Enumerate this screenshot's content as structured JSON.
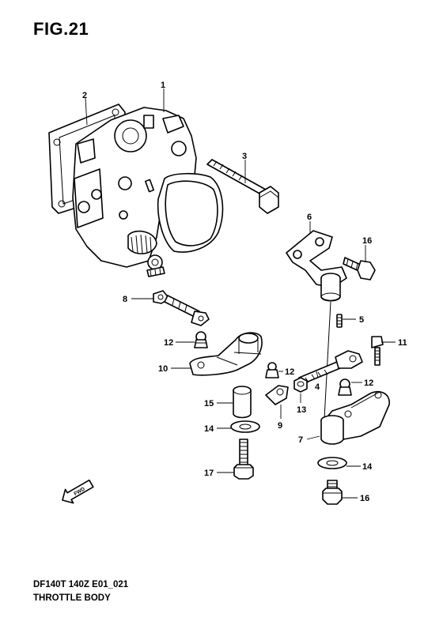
{
  "figure": {
    "title": "FIG.21"
  },
  "footer": {
    "code": "DF140T 140Z E01_021",
    "name": "THROTTLE BODY"
  },
  "fwd_arrow": {
    "label": "FWD"
  },
  "callouts": {
    "c1": "1",
    "c2": "2",
    "c3": "3",
    "c4": "4",
    "c5": "5",
    "c6": "6",
    "c7": "7",
    "c8": "8",
    "c9": "9",
    "c10": "10",
    "c11": "11",
    "c12a": "12",
    "c12b": "12",
    "c12c": "12",
    "c13": "13",
    "c14a": "14",
    "c14b": "14",
    "c15": "15",
    "c16a": "16",
    "c16b": "16",
    "c17": "17"
  }
}
